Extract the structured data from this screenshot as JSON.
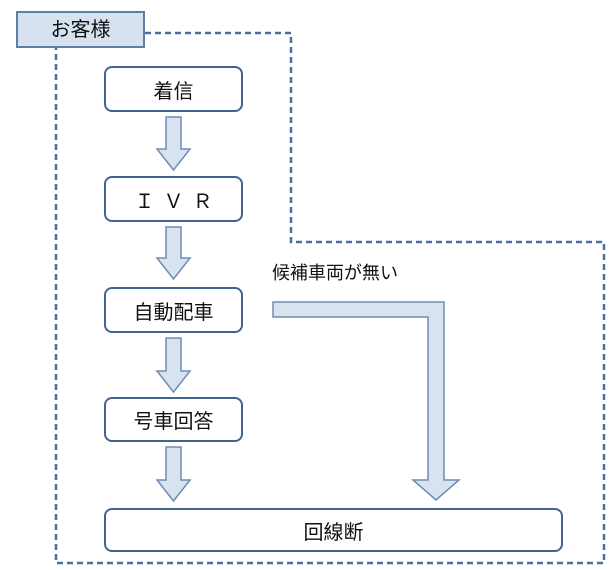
{
  "customer_label": "お客様",
  "steps": {
    "incoming": "着信",
    "ivr": "ＩＶＲ",
    "auto_dispatch": "自動配車",
    "car_reply": "号車回答",
    "disconnect": "回線断"
  },
  "branch_note": "候補車両が無い",
  "colors": {
    "dash_line": "#4a70a0",
    "box_border": "#41648e",
    "arrow_fill": "#d9e3f0",
    "arrow_stroke": "#6d8db5",
    "customer_fill": "#d6e2ef"
  }
}
